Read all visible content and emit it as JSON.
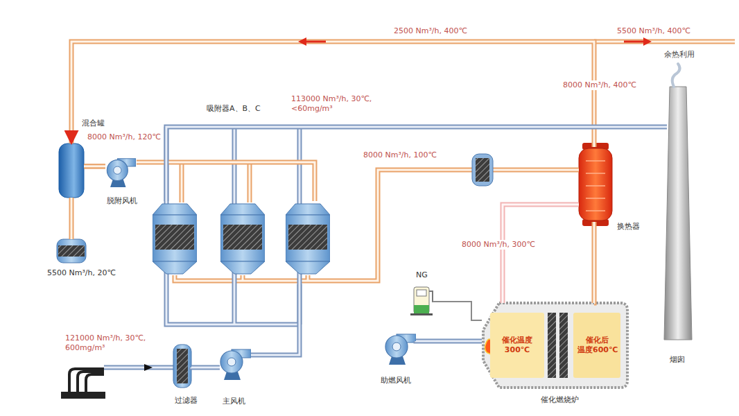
{
  "diagram": {
    "nodes": [
      {
        "text": [
          "混合罐"
        ]
      },
      {
        "text": [
          "5500 Nm³/h, 20℃"
        ]
      },
      {
        "text": [
          "脱附风机"
        ]
      },
      {
        "text": [
          "吸附器A、B、C"
        ]
      },
      {
        "text": [
          "换热器"
        ]
      },
      {
        "text": [
          "NG"
        ]
      },
      {
        "text": [
          "助燃风机"
        ]
      },
      {
        "text": [
          "催化燃烧炉"
        ]
      },
      {
        "text": [
          "催化温度 300℃"
        ],
        "in": 7
      },
      {
        "text": [
          "催化后 温度600℃"
        ],
        "in": 7
      },
      {
        "text": [
          "过滤器"
        ]
      },
      {
        "text": [
          "主风机"
        ]
      },
      {
        "text": [
          "烟囱"
        ]
      }
    ],
    "edges": [
      {
        "from": 1,
        "to": 0,
        "arrow": "none"
      },
      {
        "from": 0,
        "to": 2,
        "arrow": "none"
      },
      {
        "from": 2,
        "to": 3,
        "arrow": "none"
      },
      {
        "from": 3,
        "to": 4,
        "arrow": "none"
      },
      {
        "from": 4,
        "to": 7,
        "arrow": "none"
      },
      {
        "from": 7,
        "to": 4,
        "arrow": "none"
      },
      {
        "from": 4,
        "to": 0,
        "arrow": "to"
      },
      {
        "from": 3,
        "to": 12,
        "arrow": "none"
      },
      {
        "from": 10,
        "to": 11,
        "arrow": "none"
      },
      {
        "from": 11,
        "to": 3,
        "arrow": "none"
      },
      {
        "from": 5,
        "to": 7,
        "arrow": "none"
      },
      {
        "from": 6,
        "to": 7,
        "arrow": "none"
      }
    ],
    "labels": [
      "2500 Nm³/h, 400℃",
      "5500 Nm³/h, 400℃",
      "余热利用",
      "8000 Nm³/h, 400℃",
      "113000 Nm³/h, 30℃, <60mg/m³",
      "8000 Nm³/h, 120℃",
      "8000 Nm³/h, 100℃",
      "8000 Nm³/h, 300℃",
      "121000 Nm³/h, 30℃, 600mg/m³"
    ]
  }
}
